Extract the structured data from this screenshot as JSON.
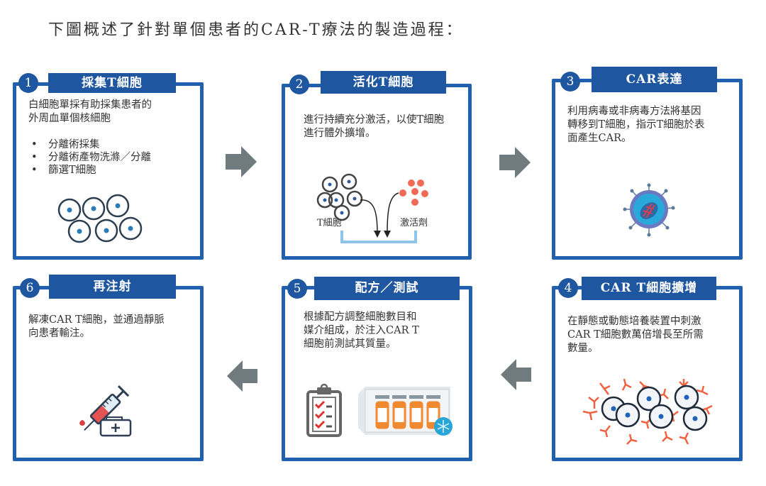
{
  "intro": "下圖概述了針對單個患者的CAR-T療法的製造過程：",
  "colors": {
    "border": "#2160ae",
    "title_bar": "#1f56a0",
    "arrow": "#6f7b7e",
    "activator": "#f26a55",
    "car": "#f0623f"
  },
  "steps": [
    {
      "number": "1",
      "title": "採集T細胞",
      "description": [
        "白細胞單採有助採集患者的",
        "外周血單個核細胞"
      ],
      "bullets": [
        "分離術採集",
        "分離術產物洗滌／分離",
        "篩選T細胞"
      ],
      "icon": "t-cells-icon"
    },
    {
      "number": "2",
      "title": "活化T細胞",
      "description": [
        "進行持續充分激活，以使T細胞",
        "進行體外擴增。"
      ],
      "labels": {
        "cells": "T細胞",
        "activator": "激活劑"
      },
      "icon": "activation-diagram-icon"
    },
    {
      "number": "3",
      "title": "CAR表達",
      "description": [
        "利用病毒或非病毒方法將基因",
        "轉移到T細胞，指示T細胞於表",
        "面產生CAR。"
      ],
      "icon": "virus-vector-icon"
    },
    {
      "number": "4",
      "title": "CAR T細胞擴增",
      "description": [
        "在靜態或動態培養裝置中刺激",
        "CAR T細胞數萬倍增長至所需",
        "數量。"
      ],
      "icon": "car-t-cells-icon"
    },
    {
      "number": "5",
      "title": "配方／測試",
      "description": [
        "根據配方調整細胞數目和",
        "媒介組成，於注入CAR T",
        "細胞前測試其質量。"
      ],
      "icon": "clipboard-and-vials-icon"
    },
    {
      "number": "6",
      "title": "再注射",
      "description": [
        "解凍CAR T細胞，並通過靜脈",
        "向患者輸注。"
      ],
      "icon": "syringe-icon"
    }
  ],
  "flow_arrows": [
    "right",
    "right",
    "left",
    "left"
  ]
}
